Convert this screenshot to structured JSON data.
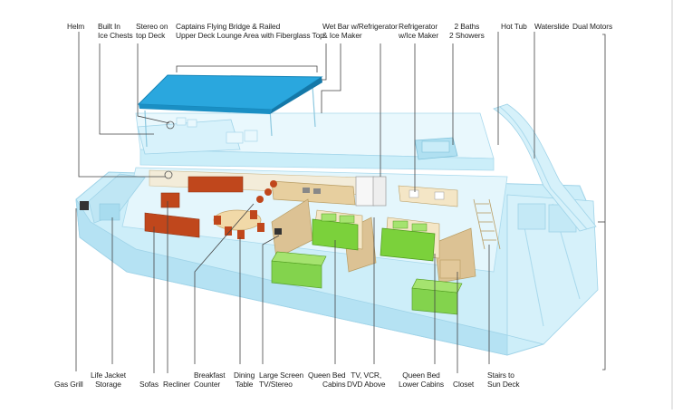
{
  "colors": {
    "hull": "#cfeef8",
    "hull_dark": "#9fd6ea",
    "deck_outline": "#8cc8df",
    "canopy": "#2aa7de",
    "furniture_red": "#c0471c",
    "bed_green": "#7bd13b",
    "wood": "#d9b98c",
    "leader": "#444444"
  },
  "top_labels": [
    {
      "name": "helm",
      "lines": [
        "Helm"
      ]
    },
    {
      "name": "built-in-ice-chests",
      "lines": [
        "Built In",
        "Ice Chests"
      ]
    },
    {
      "name": "stereo-on-top-deck",
      "lines": [
        "Stereo on",
        "top Deck"
      ]
    },
    {
      "name": "captains-flying-bridge",
      "lines": [
        "Captains Flying Bridge & Railed",
        "Upper Deck Lounge Area with Fiberglass Top"
      ]
    },
    {
      "name": "wet-bar",
      "lines": [
        "Wet Bar w/Refrigerator",
        "& Ice Maker"
      ]
    },
    {
      "name": "refrigerator",
      "lines": [
        "Refrigerator",
        "w/Ice Maker"
      ]
    },
    {
      "name": "baths-showers",
      "lines": [
        "2 Baths",
        "2 Showers"
      ]
    },
    {
      "name": "hot-tub",
      "lines": [
        "Hot Tub"
      ]
    },
    {
      "name": "waterslide",
      "lines": [
        "Waterslide"
      ]
    },
    {
      "name": "dual-motors",
      "lines": [
        "Dual Motors"
      ]
    }
  ],
  "bottom_labels": [
    {
      "name": "gas-grill",
      "lines": [
        "",
        "Gas Grill"
      ]
    },
    {
      "name": "life-jacket-storage",
      "lines": [
        "Life Jacket",
        "Storage"
      ]
    },
    {
      "name": "sofas",
      "lines": [
        "",
        "Sofas"
      ]
    },
    {
      "name": "recliner",
      "lines": [
        "",
        "Recliner"
      ]
    },
    {
      "name": "breakfast-counter",
      "lines": [
        "Breakfast",
        "Counter"
      ]
    },
    {
      "name": "dining-table",
      "lines": [
        "Dining",
        "Table"
      ]
    },
    {
      "name": "large-screen",
      "lines": [
        "Large Screen",
        "TV/Stereo"
      ]
    },
    {
      "name": "queen-bed-cabins",
      "lines": [
        "Queen Bed",
        "Cabins"
      ]
    },
    {
      "name": "tv-vcr",
      "lines": [
        "TV, VCR,",
        "DVD Above"
      ]
    },
    {
      "name": "queen-bed-lower-cabins",
      "lines": [
        "Queen Bed",
        "Lower Cabins"
      ]
    },
    {
      "name": "closet",
      "lines": [
        "",
        "Closet"
      ]
    },
    {
      "name": "stairs-to-sun-deck",
      "lines": [
        "Stairs to",
        "Sun Deck"
      ]
    }
  ]
}
